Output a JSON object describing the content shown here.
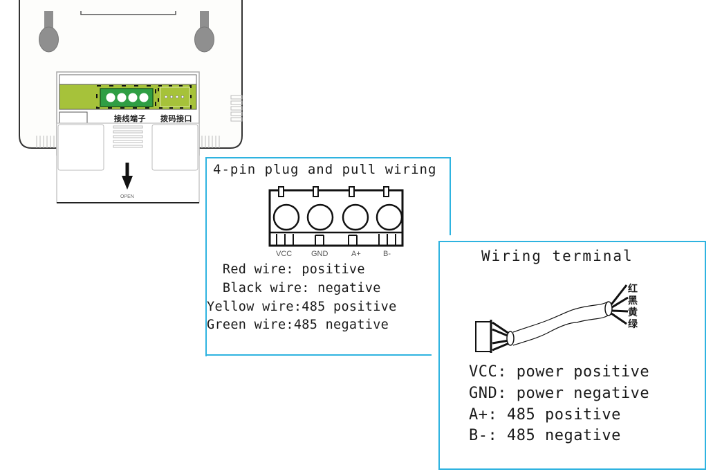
{
  "device": {
    "terminal_label_cn": "接线端子",
    "dip_label_cn": "拨码接口",
    "open_label": "OPEN",
    "colors": {
      "board_green": "#a6c23a",
      "terminal_green": "#2f9e44",
      "keyhole_gray": "#8f8f8f"
    }
  },
  "plug_panel": {
    "title": "4-pin plug and pull wiring",
    "pins": [
      "VCC",
      "GND",
      "A+",
      "B-"
    ],
    "lines": [
      "  Red wire: positive",
      "  Black wire: negative",
      "Yellow wire:485 positive",
      "Green wire:485 negative"
    ]
  },
  "terminal_panel": {
    "title": "Wiring terminal",
    "wire_colors_cn": [
      "红",
      "黑",
      "黄",
      "绿"
    ],
    "lines": [
      "VCC: power positive",
      "GND: power negative",
      "A+: 485 positive",
      "B-: 485 negative"
    ]
  },
  "accent_color": "#2eb3e0"
}
